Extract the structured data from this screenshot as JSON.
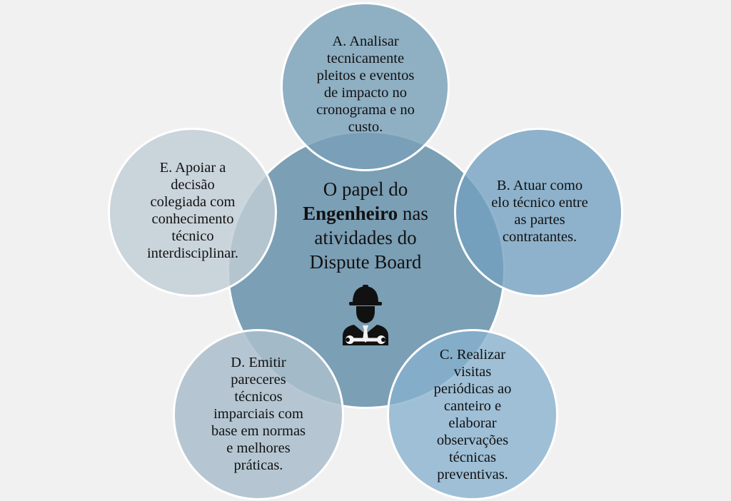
{
  "center": {
    "line1": "O papel do",
    "line2_bold": "Engenheiro",
    "line2_rest": " nas",
    "line3": "atividades do",
    "line4": "Dispute Board"
  },
  "nodes": {
    "a": [
      "A. Analisar",
      "tecnicamente",
      "pleitos e eventos",
      "de impacto no",
      "cronograma  e no",
      "custo."
    ],
    "b": [
      "B. Atuar como",
      "elo técnico entre",
      "as partes",
      "contratantes."
    ],
    "c": [
      "C. Realizar",
      "visitas",
      "periódicas ao",
      "canteiro e",
      "elaborar",
      "observações",
      "técnicas",
      "preventivas."
    ],
    "d": [
      "D. Emitir",
      "pareceres",
      "técnicos",
      "imparciais com",
      "base em normas",
      "e melhores",
      "práticas."
    ],
    "e": [
      "E. Apoiar a",
      "decisão",
      "colegiada com",
      "conhecimento",
      "técnico",
      "interdisciplinar."
    ]
  },
  "icons": {
    "center": "engineer-with-hardhat-and-wrench-icon"
  },
  "colors": {
    "background": "#f1f1f1",
    "center": "#7b9fb5",
    "node_a": "#8fb0c3",
    "node_b": "#8fb4cc",
    "node_c": "#a3c2d6",
    "node_d": "#b4c4d1",
    "node_e": "#c6d0d8"
  }
}
